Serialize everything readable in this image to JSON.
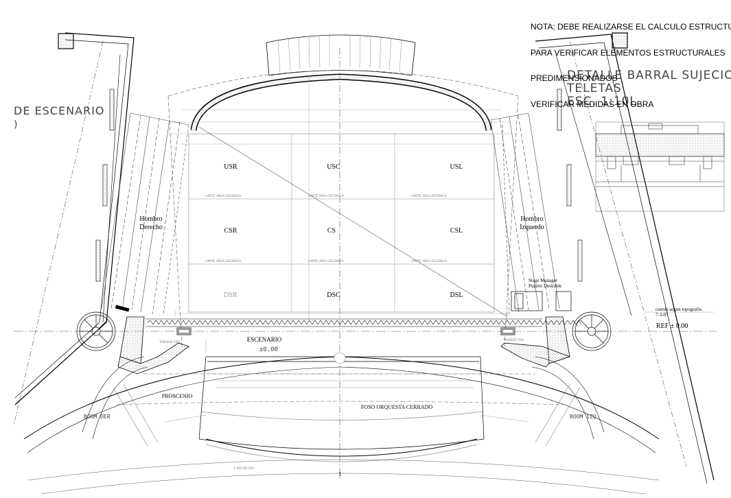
{
  "note": {
    "lines": [
      "NOTA: DEBE REALIZARSE EL CALCULO ESTRUCTURAL",
      "PARA VERIFICAR ELEMENTOS ESTRUCTURALES",
      "PREDIMENSIONADOS",
      "VERIFICAR MEDIDAS EN OBRA"
    ]
  },
  "detail_title": {
    "line1": "DETALLE BARRAL SUJECION",
    "line2": "TELETAS",
    "line3": "ESC. 1:10L"
  },
  "left_fragment": {
    "line1": "DE ESCENARIO",
    "line2": ")"
  },
  "stage_zones": {
    "usr": "USR",
    "usc": "USC",
    "usl": "USL",
    "csr": "CSR",
    "cs": "CS",
    "csl": "CSL",
    "dsr": "DSR",
    "dsc": "DSC",
    "dsl": "DSL"
  },
  "wings": {
    "right_line1": "Hombro",
    "right_line2": "Derecho",
    "left_line1": "Hombro",
    "left_line2": "Izquerdo"
  },
  "stage_manager": {
    "line1": "Stage Manager",
    "line2": "Pupitre Deslizble"
  },
  "labels": {
    "escenario": "ESCENARIO",
    "level": "±0.00",
    "proscenio": "PROSCENIO",
    "foso": "FOSO ORQUESTA CERRADO",
    "boom_der": "BOOM DER",
    "boom_izq": "BOOM IZQ",
    "limite": "LIMITE AREA ESCENICA",
    "tabique_left": "TABIQUE FKD",
    "tabique_right": "TABIQUE FKD",
    "cuerda_line1": "cuerda segun topografia",
    "cuerda_line2": "7-3-07",
    "ref": "REF ± 0.00",
    "axis_number": "1",
    "bottom_dim": "1 415 00 255"
  }
}
